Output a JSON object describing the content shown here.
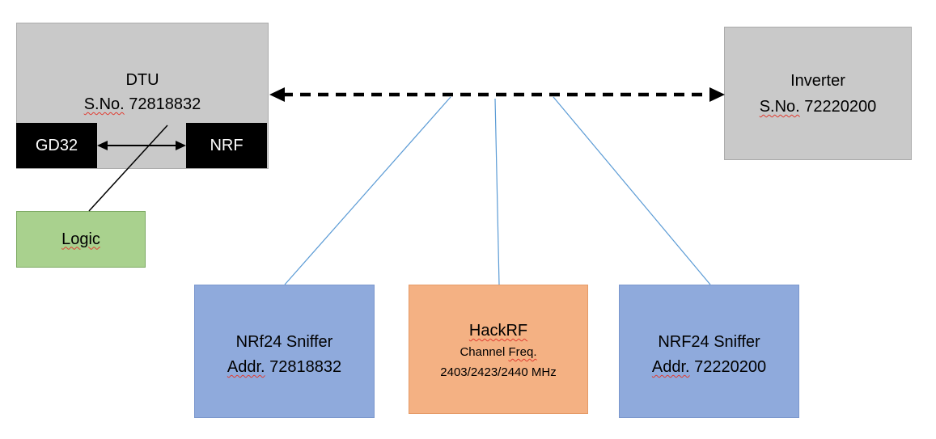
{
  "dtu": {
    "title": "DTU",
    "serial_label": "S.No.",
    "serial_number": "72818832"
  },
  "gd32": {
    "label": "GD32"
  },
  "nrf": {
    "label": "NRF"
  },
  "logic": {
    "label": "Logic"
  },
  "inverter": {
    "title": "Inverter",
    "serial_label": "S.No.",
    "serial_number": "72220200"
  },
  "sniffer_left": {
    "title": "NRf24 Sniffer",
    "addr_label": "Addr.",
    "address": "72818832"
  },
  "hackrf": {
    "title": "HackRF",
    "channel_label": "Channel",
    "freq_label": "Freq.",
    "frequencies": "2403/2423/2440 MHz"
  },
  "sniffer_right": {
    "title": "NRF24 Sniffer",
    "addr_label": "Addr.",
    "address": "72220200"
  },
  "colors": {
    "box_gray": "#c9c9c9",
    "box_black": "#000000",
    "box_green": "#a9d18e",
    "box_blue": "#8faadc",
    "box_orange": "#f4b183",
    "connector_blue": "#5b9bd5",
    "arrow_black": "#000000",
    "spellcheck_red": "#e03c31"
  }
}
